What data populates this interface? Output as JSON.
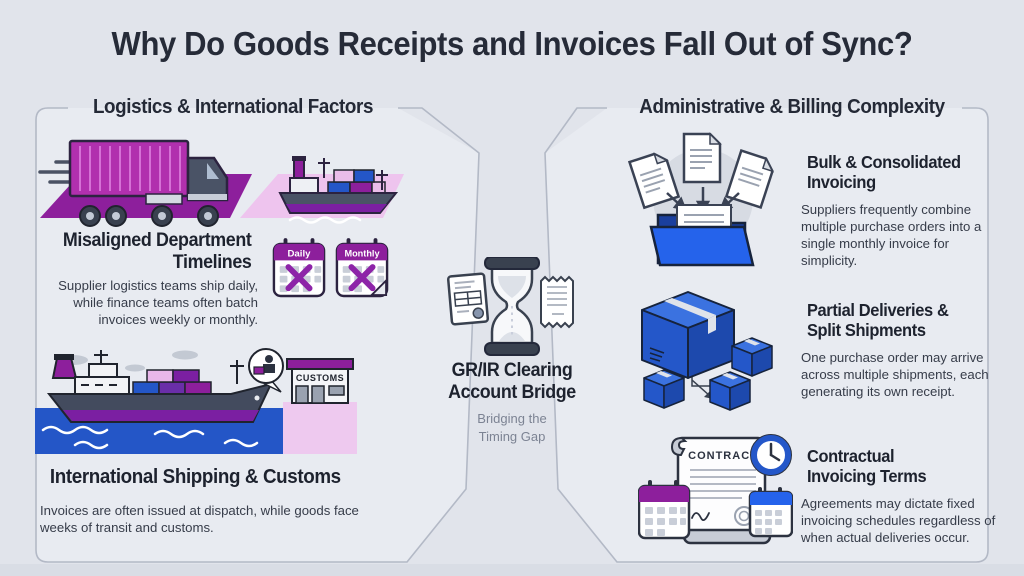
{
  "title": "Why Do Goods Receipts and Invoices Fall Out of Sync?",
  "left": {
    "header": "Logistics & International Factors",
    "item1": {
      "heading": "Misaligned Department\nTimelines",
      "body": "Supplier logistics teams ship daily, while finance teams often batch invoices weekly or monthly.",
      "calendar1": "Daily",
      "calendar2": "Monthly"
    },
    "item2": {
      "heading": "International Shipping & Customs",
      "body": "Invoices are often issued at dispatch, while goods face weeks of transit and customs.",
      "sign": "CUSTOMS"
    }
  },
  "center": {
    "heading": "GR/IR Clearing\nAccount Bridge",
    "subheading": "Bridging the\nTiming Gap"
  },
  "right": {
    "header": "Administrative & Billing Complexity",
    "item1": {
      "heading": "Bulk & Consolidated\nInvoicing",
      "body": "Suppliers frequently combine multiple purchase orders into a single monthly invoice for simplicity."
    },
    "item2": {
      "heading": "Partial Deliveries &\nSplit Shipments",
      "body": "One purchase order may arrive across multiple shipments, each generating its own receipt."
    },
    "item3": {
      "heading": "Contractual\nInvoicing Terms",
      "body": "Agreements may dictate fixed invoicing schedules regardless of when actual deliveries occur."
    }
  },
  "labels": {
    "contract": "CONTRACT"
  },
  "colors": {
    "background": "#e1e4eb",
    "panel_fill": "#eceef3",
    "panel_border": "#b3b9c6",
    "purple": "#8d1f9c",
    "magenta": "#b130ae",
    "pink": "#eec4ee",
    "blue": "#2457c9",
    "blue_bright": "#2563eb",
    "slate": "#3a4254",
    "heading_text": "#1d222e",
    "body_text": "#363c49",
    "muted_text": "#7c8393"
  }
}
